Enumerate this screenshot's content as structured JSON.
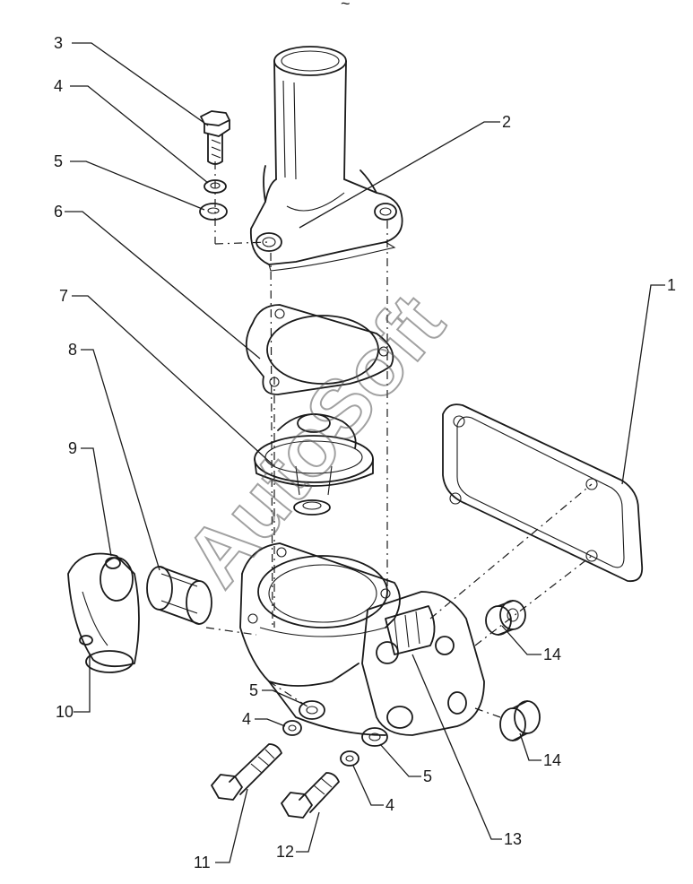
{
  "watermark": "AutoSoft",
  "top_mark": "~",
  "callouts": [
    {
      "id": "c1",
      "label": "1"
    },
    {
      "id": "c2",
      "label": "2"
    },
    {
      "id": "c3",
      "label": "3"
    },
    {
      "id": "c4a",
      "label": "4"
    },
    {
      "id": "c5a",
      "label": "5"
    },
    {
      "id": "c6",
      "label": "6"
    },
    {
      "id": "c7",
      "label": "7"
    },
    {
      "id": "c8",
      "label": "8"
    },
    {
      "id": "c9",
      "label": "9"
    },
    {
      "id": "c10",
      "label": "10"
    },
    {
      "id": "c5b",
      "label": "5"
    },
    {
      "id": "c4b",
      "label": "4"
    },
    {
      "id": "c5c",
      "label": "5"
    },
    {
      "id": "c4c",
      "label": "4"
    },
    {
      "id": "c11",
      "label": "11"
    },
    {
      "id": "c12",
      "label": "12"
    },
    {
      "id": "c13",
      "label": "13"
    },
    {
      "id": "c14a",
      "label": "14"
    },
    {
      "id": "c14b",
      "label": "14"
    }
  ]
}
